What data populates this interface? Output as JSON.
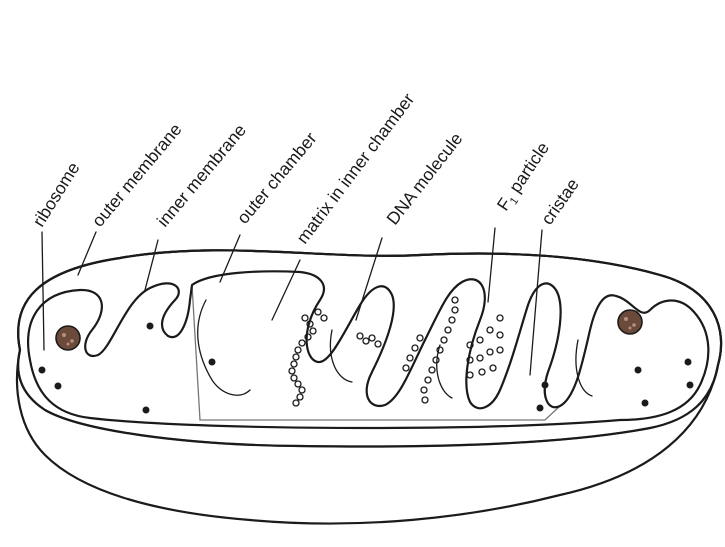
{
  "labels": {
    "ribosome": "ribosome",
    "outer_membrane": "outer membrane",
    "inner_membrane": "inner membrane",
    "outer_chamber": "outer chamber",
    "matrix": "matrix in inner chamber",
    "dna": "DNA molecule",
    "f1_main": "F",
    "f1_sub": "1",
    "f1_rest": " particle",
    "cristae": "cristae"
  },
  "colors": {
    "outline": "#1b1b1b",
    "stipple": "#6e6e6e",
    "ribosome_fill": "#6b4a3a"
  }
}
